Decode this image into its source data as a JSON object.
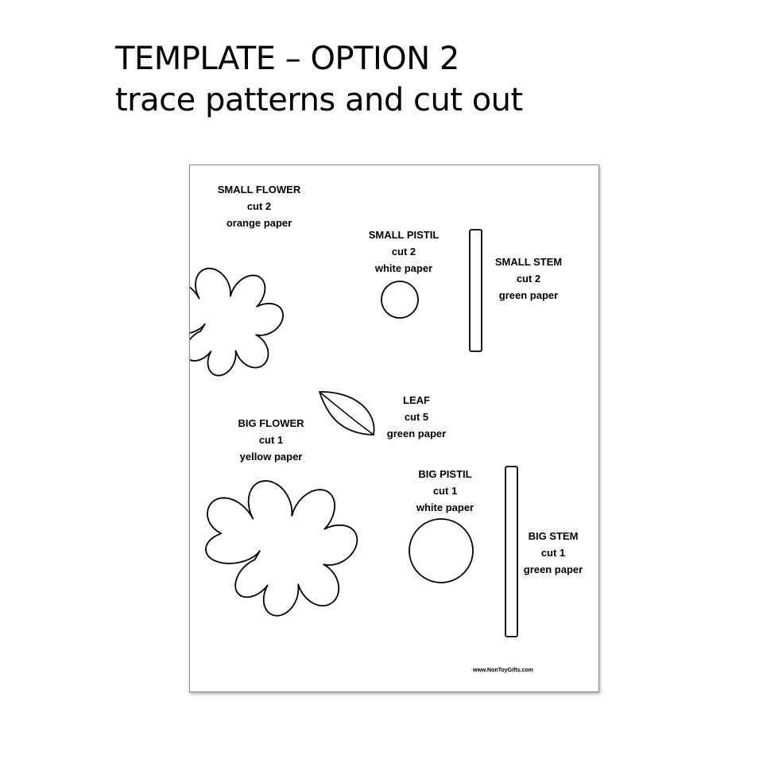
{
  "title": {
    "line1": "TEMPLATE – OPTION 2",
    "line2": "trace patterns and cut out"
  },
  "template": {
    "small_flower": {
      "name": "SMALL FLOWER",
      "cut": "cut 2",
      "paper": "orange paper"
    },
    "small_pistil": {
      "name": "SMALL PISTIL",
      "cut": "cut 2",
      "paper": "white paper"
    },
    "small_stem": {
      "name": "SMALL STEM",
      "cut": "cut 2",
      "paper": "green paper"
    },
    "leaf": {
      "name": "LEAF",
      "cut": "cut 5",
      "paper": "green paper"
    },
    "big_flower": {
      "name": "BIG FLOWER",
      "cut": "cut 1",
      "paper": "yellow paper"
    },
    "big_pistil": {
      "name": "BIG PISTIL",
      "cut": "cut 1",
      "paper": "white paper"
    },
    "big_stem": {
      "name": "BIG STEM",
      "cut": "cut 1",
      "paper": "green paper"
    },
    "footer": "www.NonToyGifts.com"
  }
}
